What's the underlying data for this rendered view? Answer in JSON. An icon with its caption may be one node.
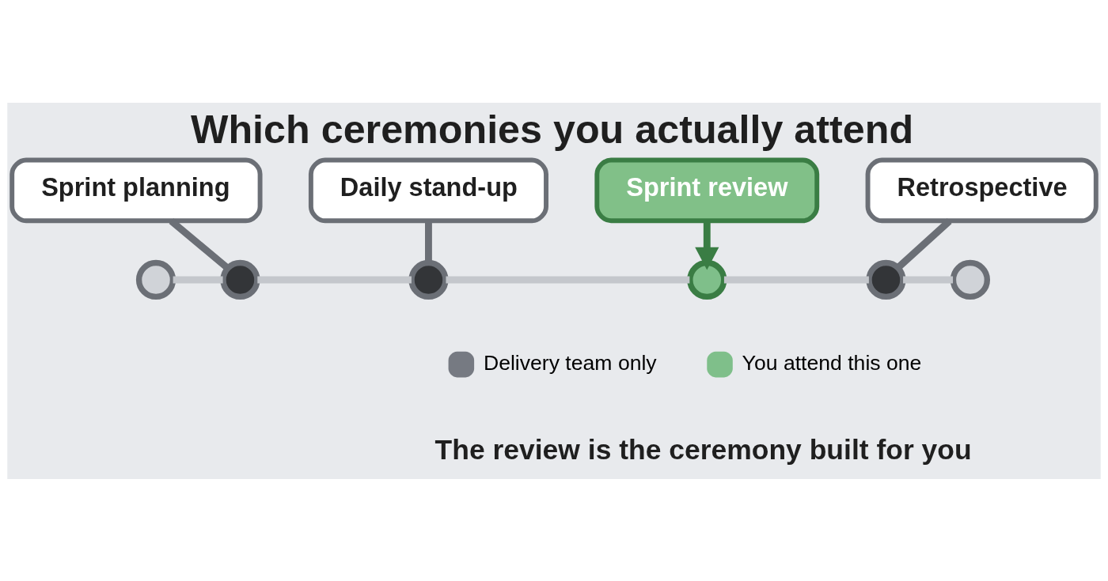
{
  "diagram": {
    "title": "Which ceremonies you actually attend",
    "nodes": [
      {
        "text": [
          "Sprint planning"
        ]
      },
      {
        "text": [
          "Daily stand-up"
        ]
      },
      {
        "text": [
          "Sprint review"
        ]
      },
      {
        "text": [
          "Retrospective"
        ]
      },
      {
        "text": [],
        "shape": "circle"
      },
      {
        "text": [],
        "shape": "circle"
      },
      {
        "text": [],
        "shape": "circle"
      },
      {
        "text": [],
        "shape": "circle"
      },
      {
        "text": [],
        "shape": "circle"
      },
      {
        "text": [],
        "shape": "circle"
      }
    ],
    "edges": [
      {
        "from": 0,
        "to": 5,
        "arrow": "none",
        "color": "#6b6f76"
      },
      {
        "from": 1,
        "to": 6,
        "arrow": "none",
        "color": "#6b6f76"
      },
      {
        "from": 2,
        "to": 7,
        "arrow": "to",
        "color": "#3a7d44"
      },
      {
        "from": 3,
        "to": 8,
        "arrow": "none",
        "color": "#6b6f76"
      },
      {
        "from": 4,
        "to": 5,
        "arrow": "none"
      },
      {
        "from": 5,
        "to": 6,
        "arrow": "none"
      },
      {
        "from": 6,
        "to": 7,
        "arrow": "none"
      },
      {
        "from": 7,
        "to": 8,
        "arrow": "none"
      },
      {
        "from": 8,
        "to": 9,
        "arrow": "none"
      }
    ],
    "labels": [
      "The review is the ceremony built for you"
    ],
    "legend": [
      {
        "text": "Delivery team only",
        "color": "#767a82"
      },
      {
        "text": "You attend this one",
        "color": "#7fbf8a"
      }
    ]
  }
}
